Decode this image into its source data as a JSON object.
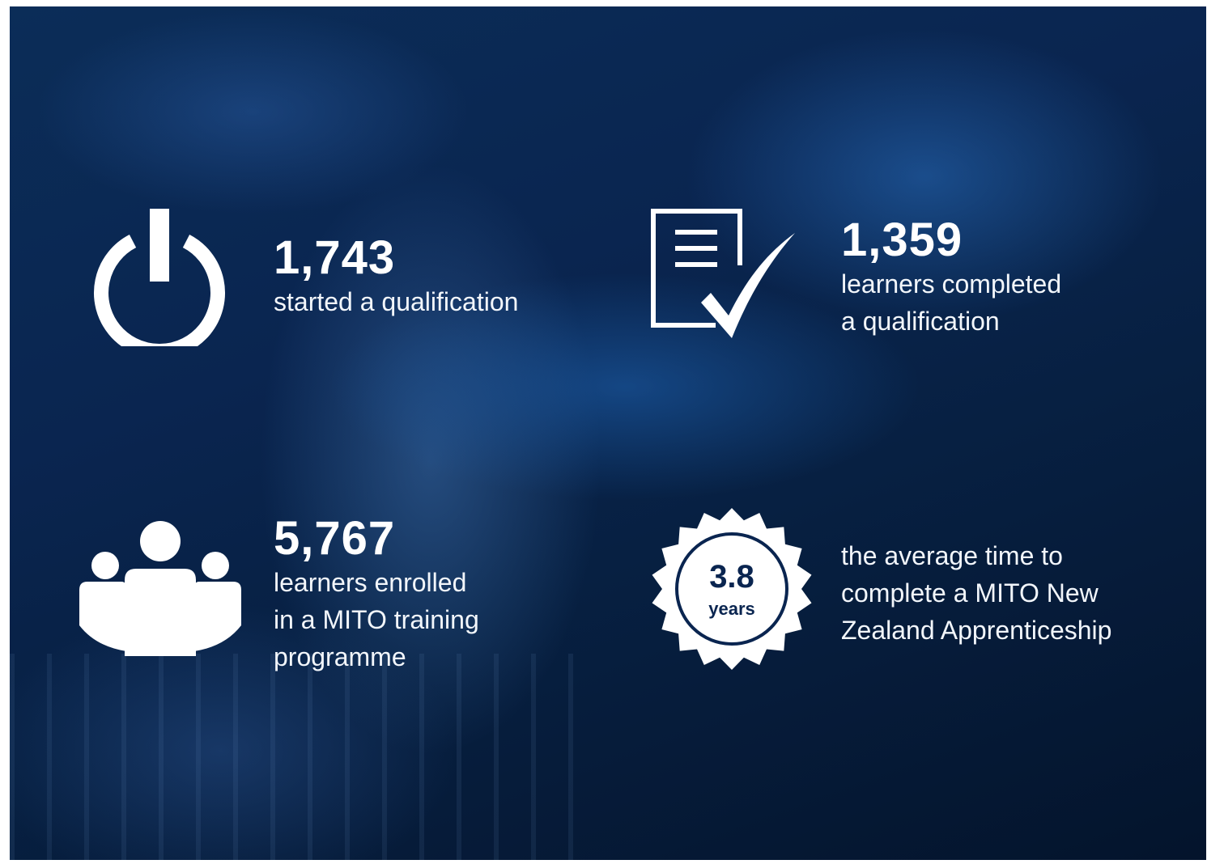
{
  "stats": [
    {
      "id": "started",
      "number": "1,743",
      "label": "started a qualification",
      "icon": "power-icon"
    },
    {
      "id": "completed",
      "number": "1,359",
      "label": "learners completed\na qualification",
      "icon": "document-check-icon"
    },
    {
      "id": "enrolled",
      "number": "5,767",
      "label": "learners enrolled\nin a MITO training\nprogramme",
      "icon": "people-group-icon"
    },
    {
      "id": "average",
      "label": "the average time to\ncomplete a MITO New\nZealand Apprenticeship",
      "icon": "seal-badge-icon",
      "badge": {
        "value": "3.8",
        "unit": "years"
      }
    }
  ],
  "colors": {
    "background": "#0a2550",
    "text": "#ffffff",
    "badge_text": "#0a2550"
  }
}
